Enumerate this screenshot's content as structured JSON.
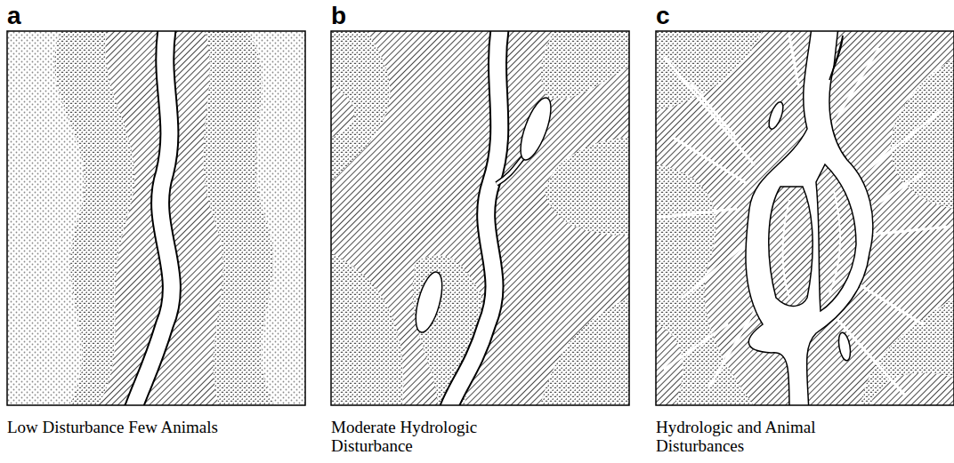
{
  "diagram": {
    "labels": [
      "a",
      "b",
      "c",
      "Low Disturbance Few Animals",
      "Moderate Hydrologic Disturbance",
      "Hydrologic and Animal Disturbances"
    ]
  }
}
